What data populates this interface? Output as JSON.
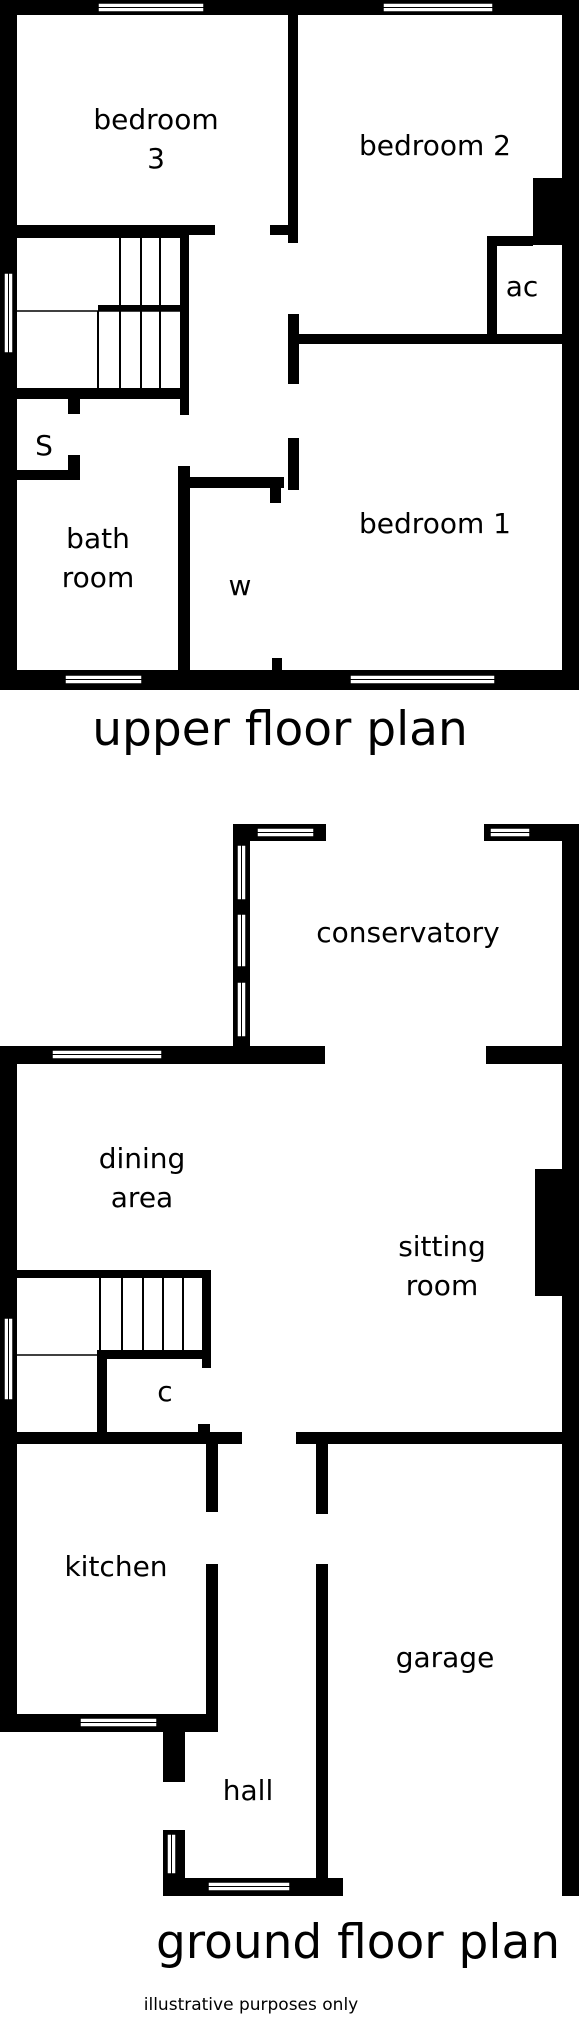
{
  "upper_floor": {
    "title": "upper floor plan",
    "rooms": {
      "bedroom3_line1": "bedroom",
      "bedroom3_line2": "3",
      "bedroom2": "bedroom 2",
      "ac": "ac",
      "s": "S",
      "bathroom_line1": "bath",
      "bathroom_line2": "room",
      "w": "w",
      "bedroom1": "bedroom 1"
    }
  },
  "ground_floor": {
    "title": "ground floor plan",
    "rooms": {
      "conservatory": "conservatory",
      "dining_line1": "dining",
      "dining_line2": "area",
      "sitting_line1": "sitting",
      "sitting_line2": "room",
      "c": "c",
      "kitchen": "kitchen",
      "garage": "garage",
      "hall": "hall"
    }
  },
  "footer_note": "illustrative purposes only"
}
